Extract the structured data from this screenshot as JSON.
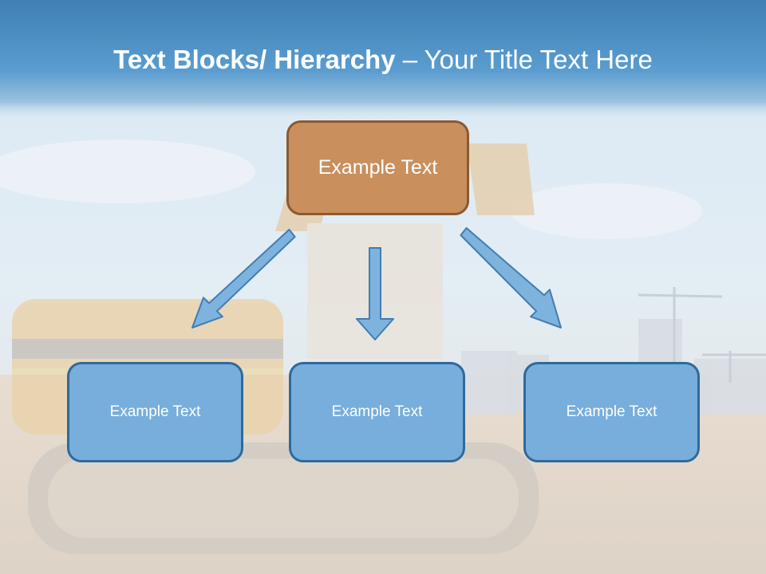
{
  "title": {
    "bold_part": "Text Blocks/ Hierarchy",
    "dash": " – ",
    "regular_part": "Your Title Text Here"
  },
  "diagram": {
    "top": {
      "label": "Example Text"
    },
    "children": [
      {
        "label": "Example Text"
      },
      {
        "label": "Example Text"
      },
      {
        "label": "Example Text"
      }
    ]
  },
  "colors": {
    "header_band": "#4f90c4",
    "top_box_fill": "#c98f5c",
    "top_box_border": "#8a5a32",
    "child_box_fill": "#77aedb",
    "child_box_border": "#2e6a9c",
    "arrow_fill": "#7eb3de",
    "arrow_stroke": "#3f7db3"
  }
}
